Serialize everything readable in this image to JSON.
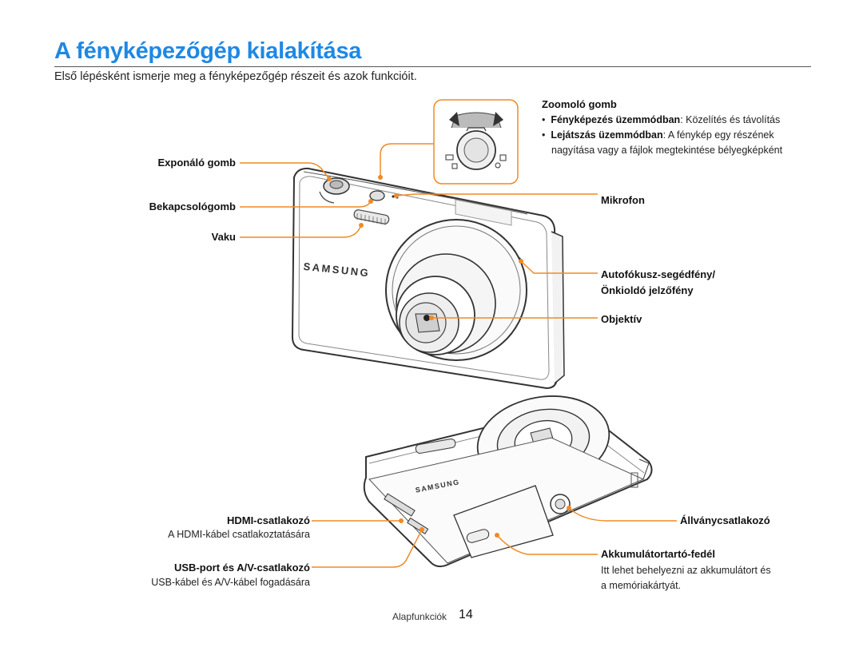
{
  "header": {
    "title": "A fényképezőgép kialakítása",
    "intro": "Első lépésként ismerje meg a fényképezőgép részeit és azok funkcióit."
  },
  "zoom": {
    "label": "Zoomoló gomb",
    "bullet1_bold": "Fényképezés üzemmódban",
    "bullet1_rest": ": Közelítés és távolítás",
    "bullet2_bold": "Lejátszás üzemmódban",
    "bullet2_rest": ": A fénykép egy részének",
    "bullet2_cont": "nagyítása vagy a fájlok megtekintése bélyegképként"
  },
  "labels": {
    "shutter": "Exponáló gomb",
    "power": "Bekapcsológomb",
    "flash": "Vaku",
    "microphone": "Mikrofon",
    "af_lamp_1": "Autofókusz-segédfény/",
    "af_lamp_2": "Önkioldó jelzőfény",
    "lens": "Objektív",
    "hdmi": "HDMI-csatlakozó",
    "hdmi_desc": "A HDMI-kábel csatlakoztatására",
    "usb": "USB-port és A/V-csatlakozó",
    "usb_desc": "USB-kábel és A/V-kábel fogadására",
    "tripod": "Állványcsatlakozó",
    "battery": "Akkumulátortartó-fedél",
    "battery_desc1": "Itt lehet behelyezni az akkumulátort és",
    "battery_desc2": "a memóriakártyát."
  },
  "brand": {
    "front": "SAMSUNG",
    "bottom": "SAMSUNG"
  },
  "footer": {
    "section": "Alapfunkciók",
    "page": "14"
  },
  "colors": {
    "accent": "#1e88e5",
    "callout": "#f08a24"
  }
}
